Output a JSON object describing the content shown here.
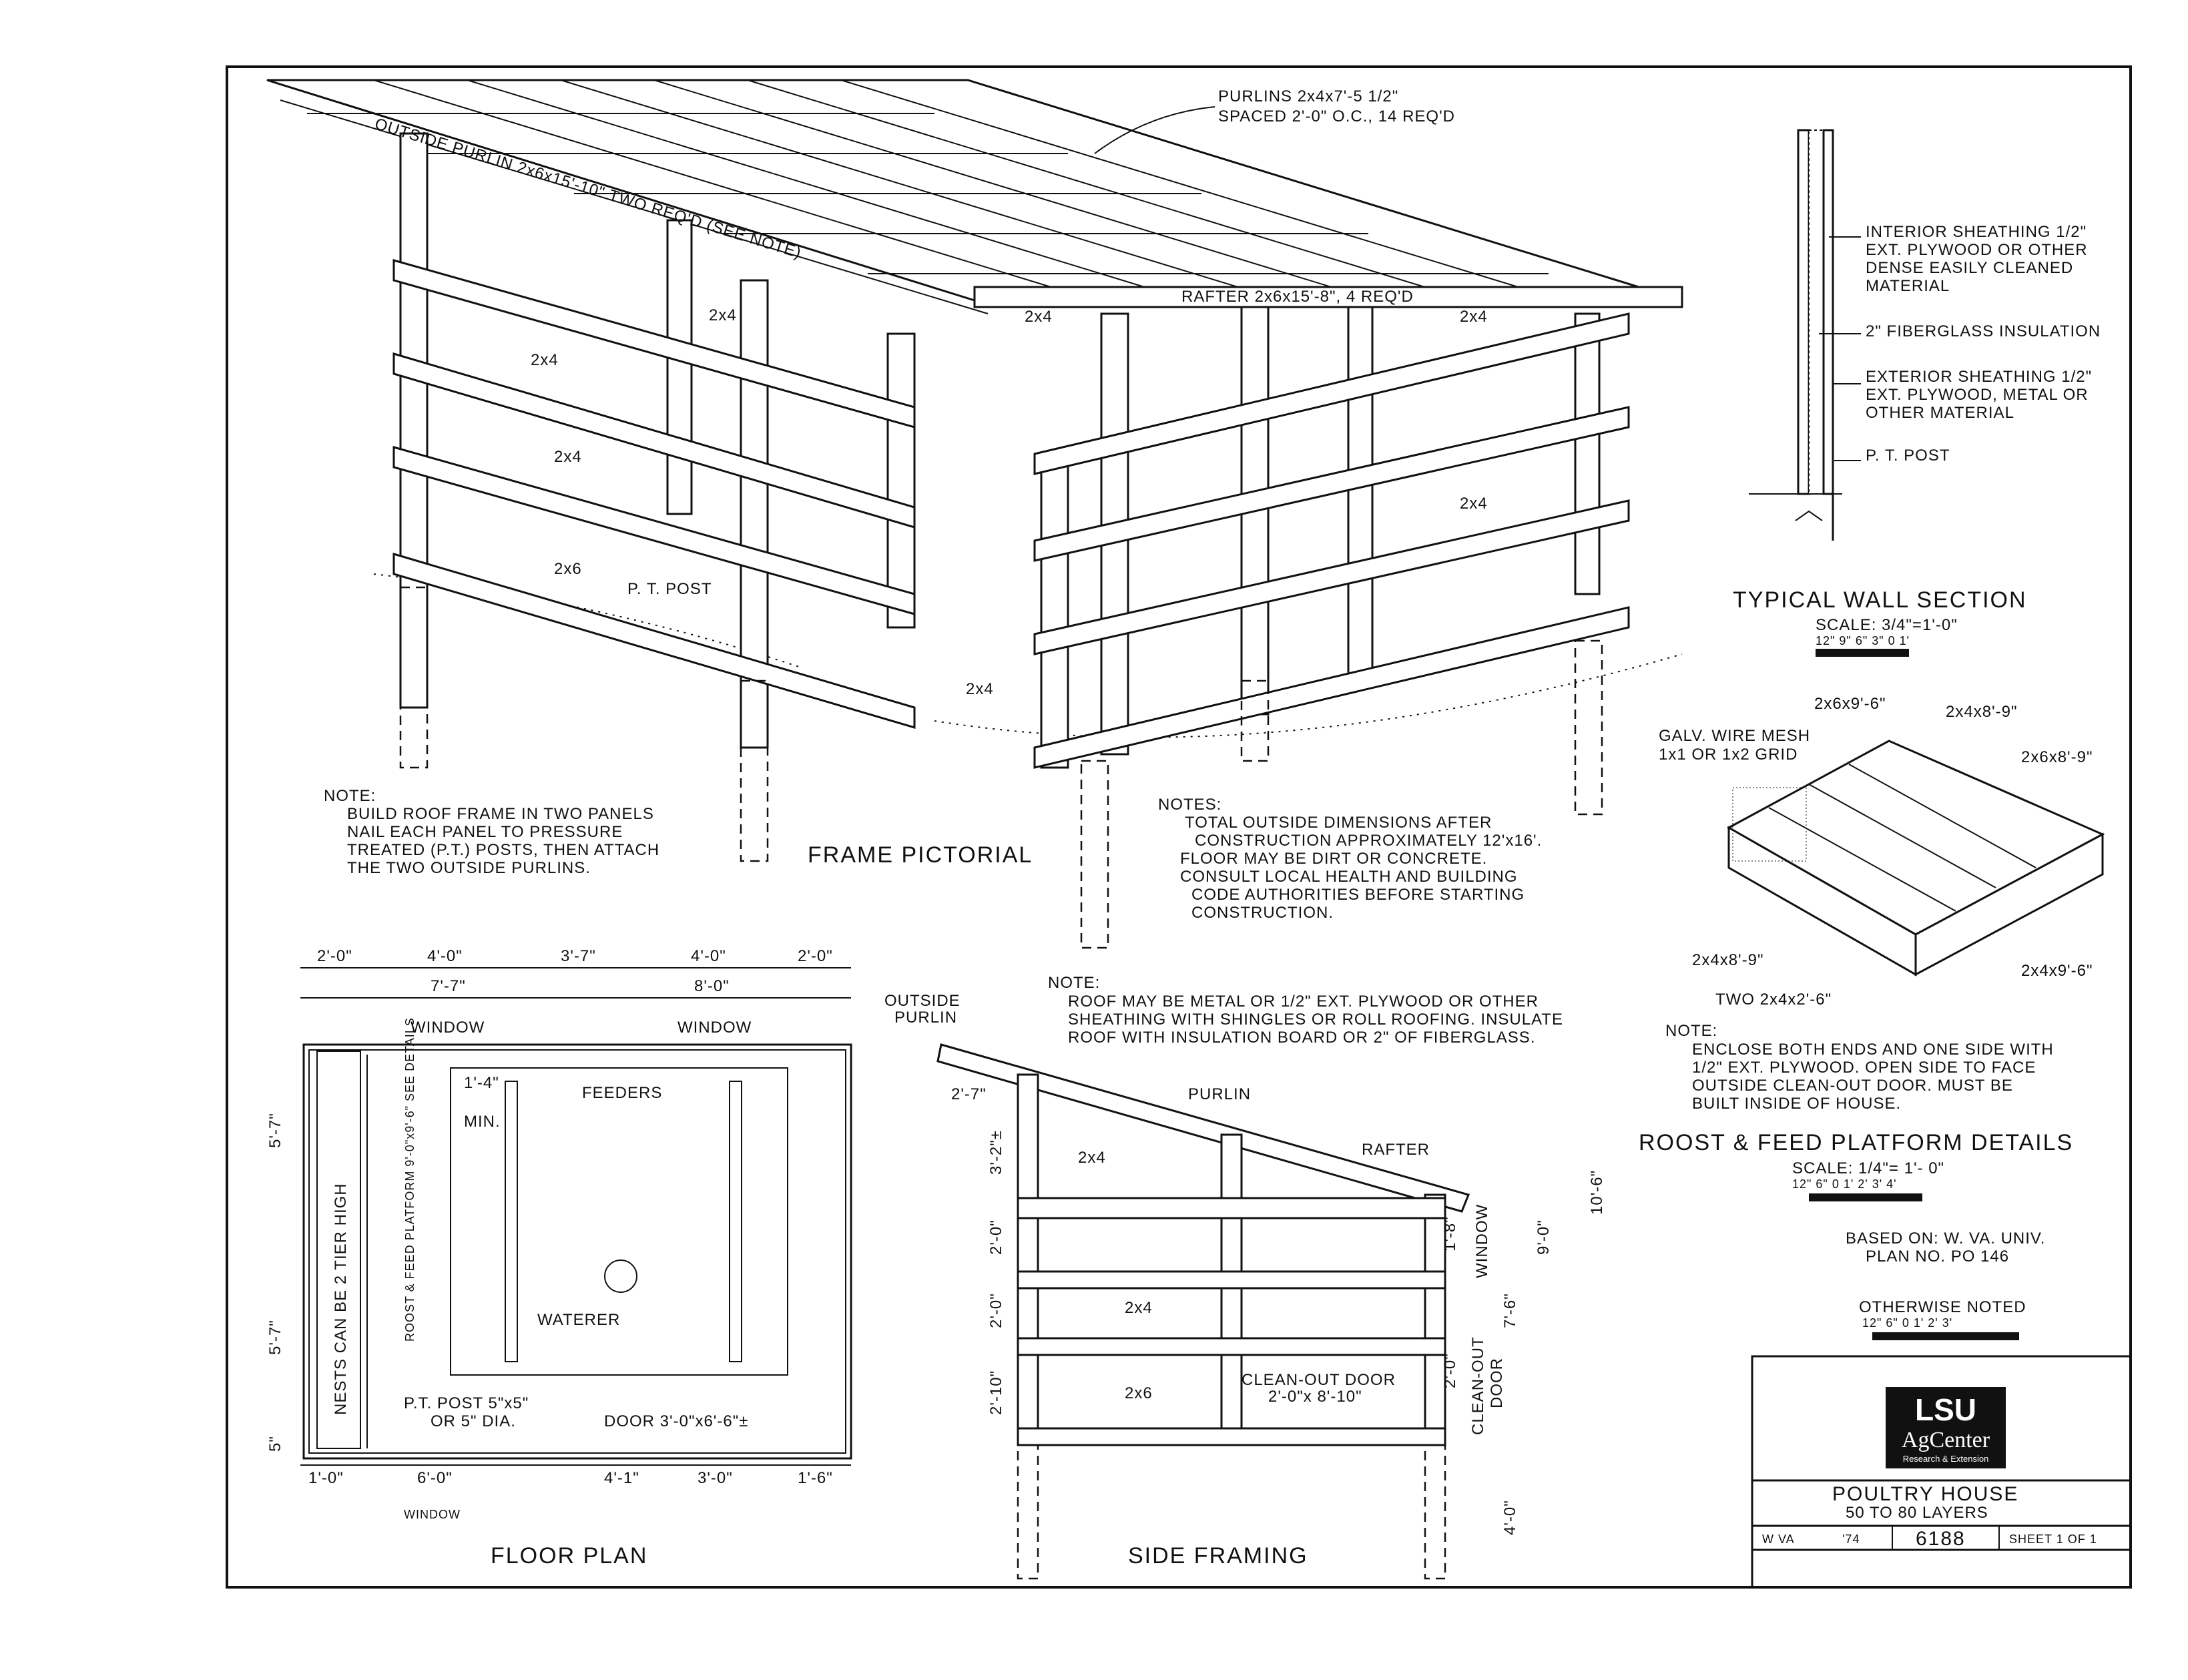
{
  "pictorial": {
    "purlins": [
      "PURLINS 2x4x7'-5 1/2\"",
      "SPACED 2'-0\" O.C., 14 REQ'D"
    ],
    "outside_purlin": "OUTSIDE PURLIN 2x6x15'-10\" TWO REQ'D (SEE NOTE)",
    "rafter": "RAFTER 2x6x15'-8\", 4 REQ'D",
    "l_2x4": "2x4",
    "l_2x6": "2x6",
    "post": "P. T. POST",
    "title": "FRAME PICTORIAL",
    "note_head": "NOTE:",
    "note_lines": [
      "BUILD ROOF FRAME IN TWO PANELS",
      "NAIL EACH PANEL TO PRESSURE",
      "TREATED (P.T.) POSTS, THEN ATTACH",
      "THE TWO OUTSIDE PURLINS."
    ],
    "notes_head": "NOTES:",
    "notes_lines": [
      "TOTAL OUTSIDE DIMENSIONS AFTER",
      "CONSTRUCTION APPROXIMATELY 12'x16'.",
      "FLOOR MAY BE DIRT OR CONCRETE.",
      "CONSULT LOCAL HEALTH AND BUILDING",
      "CODE AUTHORITIES BEFORE STARTING",
      "CONSTRUCTION."
    ]
  },
  "wall_section": {
    "labels": [
      [
        "INTERIOR SHEATHING 1/2\"",
        "EXT. PLYWOOD OR OTHER",
        "DENSE EASILY CLEANED",
        "MATERIAL"
      ],
      [
        "2\" FIBERGLASS INSULATION"
      ],
      [
        "EXTERIOR SHEATHING 1/2\"",
        "EXT. PLYWOOD, METAL OR",
        "OTHER MATERIAL"
      ],
      [
        "P. T. POST"
      ]
    ],
    "title": "TYPICAL WALL SECTION",
    "scale": "SCALE: 3/4\"=1'-0\"",
    "scale_ticks": "12\" 9\" 6\" 3\" 0        1'"
  },
  "roost": {
    "labels": [
      "2x6x9'-6\"",
      "2x4x8'-9\"",
      "2x6x8'-9\"",
      "GALV. WIRE MESH",
      "1x1 OR 1x2 GRID",
      "2x4x8'-9\"",
      "2x4x9'-6\"",
      "TWO 2x4x2'-6\""
    ],
    "note_head": "NOTE:",
    "note_lines": [
      "ENCLOSE BOTH ENDS AND ONE SIDE WITH",
      "1/2\" EXT. PLYWOOD. OPEN SIDE TO FACE",
      "OUTSIDE CLEAN-OUT DOOR. MUST BE",
      "BUILT INSIDE OF HOUSE."
    ],
    "title": "ROOST & FEED PLATFORM DETAILS",
    "scale": "SCALE: 1/4\"= 1'- 0\"",
    "scale_ticks": "12\" 6\" 0   1'   2'   3'   4'",
    "based_on": [
      "BASED ON:  W. VA. UNIV.",
      "PLAN NO. PO 146"
    ],
    "otherwise": "OTHERWISE NOTED",
    "otherwise_ticks": "12\" 6\" 0     1'     2'     3'"
  },
  "floor_plan": {
    "dims_top": [
      "2'-0\"",
      "4'-0\"",
      "3'-7\"",
      "4'-0\"",
      "2'-0\""
    ],
    "dims_mid": [
      "7'-7\"",
      "8'-0\""
    ],
    "window": "WINDOW",
    "dims_left": [
      "5'-7\"",
      "5'-7\"",
      "5\""
    ],
    "nests": "NESTS CAN BE 2 TIER HIGH",
    "roost": "ROOST & FEED PLATFORM 9'-0\"x9'-6\" SEE DETAILS",
    "min": [
      "1'-4\"",
      "MIN."
    ],
    "feeders": "FEEDERS",
    "waterer": "WATERER",
    "post": [
      "P.T. POST 5\"x5\"",
      "OR 5\" DIA."
    ],
    "door": "DOOR 3'-0\"x6'-6\"±",
    "dims_bottom": [
      "1'-0\"",
      "6'-0\"",
      "4'-1\"",
      "3'-0\"",
      "1'-6\""
    ],
    "window_bottom": "WINDOW",
    "title": "FLOOR PLAN"
  },
  "side_framing": {
    "note_head": "NOTE:",
    "note_lines": [
      "ROOF MAY BE METAL OR 1/2\" EXT. PLYWOOD OR OTHER",
      "SHEATHING WITH SHINGLES OR ROLL ROOFING. INSULATE",
      "ROOF WITH INSULATION BOARD OR 2\" OF FIBERGLASS."
    ],
    "outside_purlin": [
      "OUTSIDE",
      "PURLIN"
    ],
    "purlin": "PURLIN",
    "rafter": "RAFTER",
    "l_2x4": "2x4",
    "l_2x6": "2x6",
    "dim_overhang": "2'-7\"",
    "dims_left": [
      "3'-2\"±",
      "2'-0\"",
      "2'-0\"",
      "2'-10\""
    ],
    "dims_right": [
      "1'-8\"",
      "7'-6\"",
      "9'-0\"",
      "10'-6\"",
      "2'-0\"",
      "4'-0\""
    ],
    "window": "WINDOW",
    "cleanout_label": [
      "CLEAN-OUT",
      "DOOR"
    ],
    "cleanout_door": [
      "CLEAN-OUT DOOR",
      "2'-0\"x 8'-10\""
    ],
    "title": "SIDE FRAMING"
  },
  "title_block": {
    "logo_main": "LSU",
    "logo_sub": "AgCenter",
    "logo_tag": "Research & Extension",
    "project": "POULTRY HOUSE",
    "subtitle": "50 TO 80 LAYERS",
    "origin": "W VA",
    "year": "'74",
    "number": "6188",
    "sheet": "SHEET 1 OF 1"
  }
}
